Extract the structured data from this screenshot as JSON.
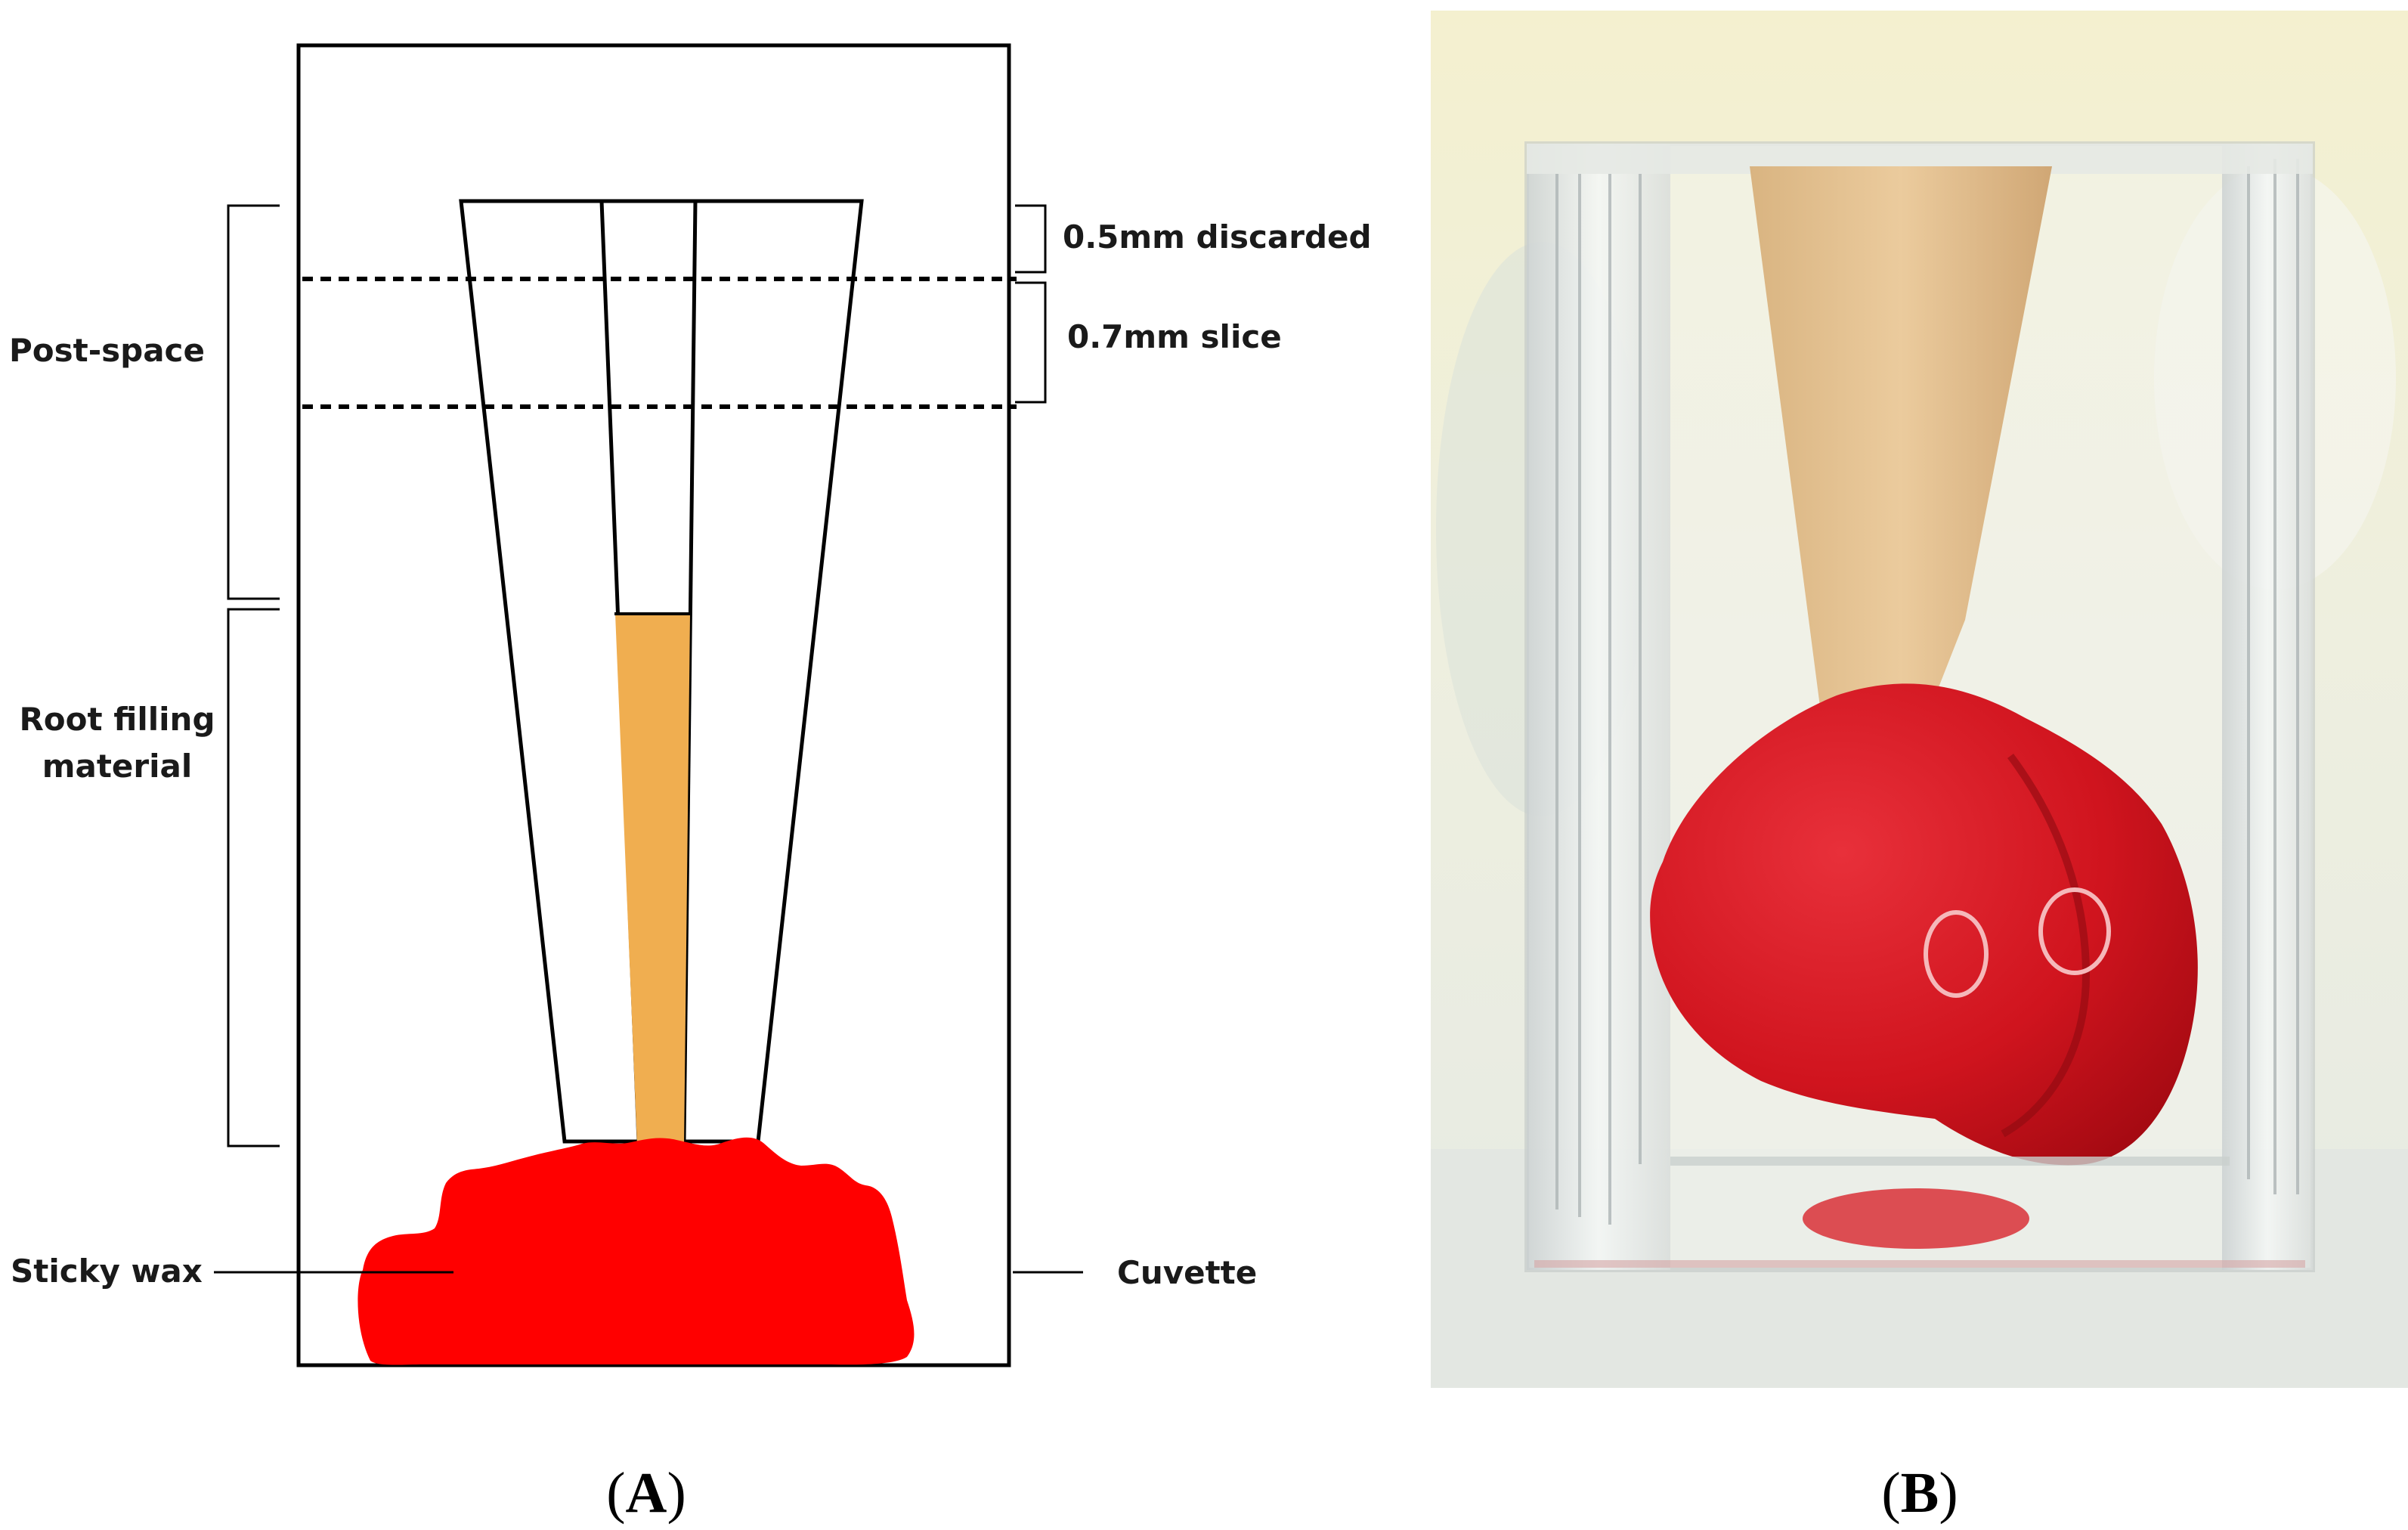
{
  "panel_a": {
    "label": "A",
    "annotations": {
      "post_space": "Post-space",
      "root_filling_line1": "Root filling",
      "root_filling_line2": "material",
      "sticky_wax": "Sticky wax",
      "cuvette": "Cuvette",
      "discarded": "0.5mm discarded",
      "slice": "0.7mm slice"
    },
    "colors": {
      "root_filling": "#F0AE50",
      "sticky_wax": "#FF0000",
      "outline": "#000000"
    }
  },
  "panel_b": {
    "label": "B",
    "colors": {
      "background_top": "#F2EEC8",
      "background_bottom": "#E9ECE6",
      "root": "#E4C08F",
      "wax": "#D51820"
    }
  }
}
